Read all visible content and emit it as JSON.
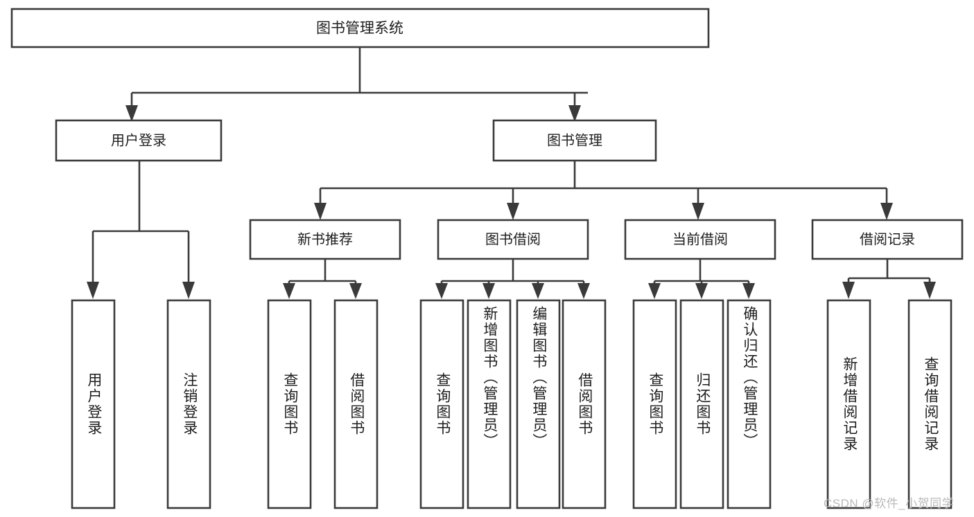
{
  "diagram": {
    "type": "tree-hierarchy-chart",
    "title_node": {
      "id": "root",
      "label": "图书管理系统"
    },
    "level2": [
      {
        "id": "user-login",
        "label": "用户登录"
      },
      {
        "id": "book-management",
        "label": "图书管理"
      }
    ],
    "level3": [
      {
        "id": "new-book-recommend",
        "label": "新书推荐",
        "parent": "book-management"
      },
      {
        "id": "book-borrow",
        "label": "图书借阅",
        "parent": "book-management"
      },
      {
        "id": "current-borrow",
        "label": "当前借阅",
        "parent": "book-management"
      },
      {
        "id": "borrow-record",
        "label": "借阅记录",
        "parent": "book-management"
      }
    ],
    "leaves": [
      {
        "id": "leaf-user-login",
        "label": "用户登录",
        "parent": "user-login"
      },
      {
        "id": "leaf-logout-login",
        "label": "注销登录",
        "parent": "user-login"
      },
      {
        "id": "leaf-query-book-1",
        "label": "查询图书",
        "parent": "new-book-recommend"
      },
      {
        "id": "leaf-borrow-book-1",
        "label": "借阅图书",
        "parent": "new-book-recommend"
      },
      {
        "id": "leaf-query-book-2",
        "label": "查询图书",
        "parent": "book-borrow"
      },
      {
        "id": "leaf-add-book",
        "label": "新增图书（管理员）",
        "parent": "book-borrow"
      },
      {
        "id": "leaf-edit-book",
        "label": "编辑图书（管理员）",
        "parent": "book-borrow"
      },
      {
        "id": "leaf-borrow-book-2",
        "label": "借阅图书",
        "parent": "book-borrow"
      },
      {
        "id": "leaf-query-book-3",
        "label": "查询图书",
        "parent": "current-borrow"
      },
      {
        "id": "leaf-return-book",
        "label": "归还图书",
        "parent": "current-borrow"
      },
      {
        "id": "leaf-confirm-return",
        "label": "确认归还（管理员）",
        "parent": "current-borrow"
      },
      {
        "id": "leaf-add-borrow-record",
        "label": "新增借阅记录",
        "parent": "borrow-record"
      },
      {
        "id": "leaf-query-borrow-record",
        "label": "查询借阅记录",
        "parent": "borrow-record"
      }
    ],
    "colors": {
      "box_stroke": "#3a3a3a",
      "box_fill": "#ffffff",
      "text": "#1d1d1d",
      "background": "#ffffff",
      "watermark": "#b9b9b9"
    }
  },
  "watermark": {
    "text": "CSDN @软件_小贺同学"
  }
}
